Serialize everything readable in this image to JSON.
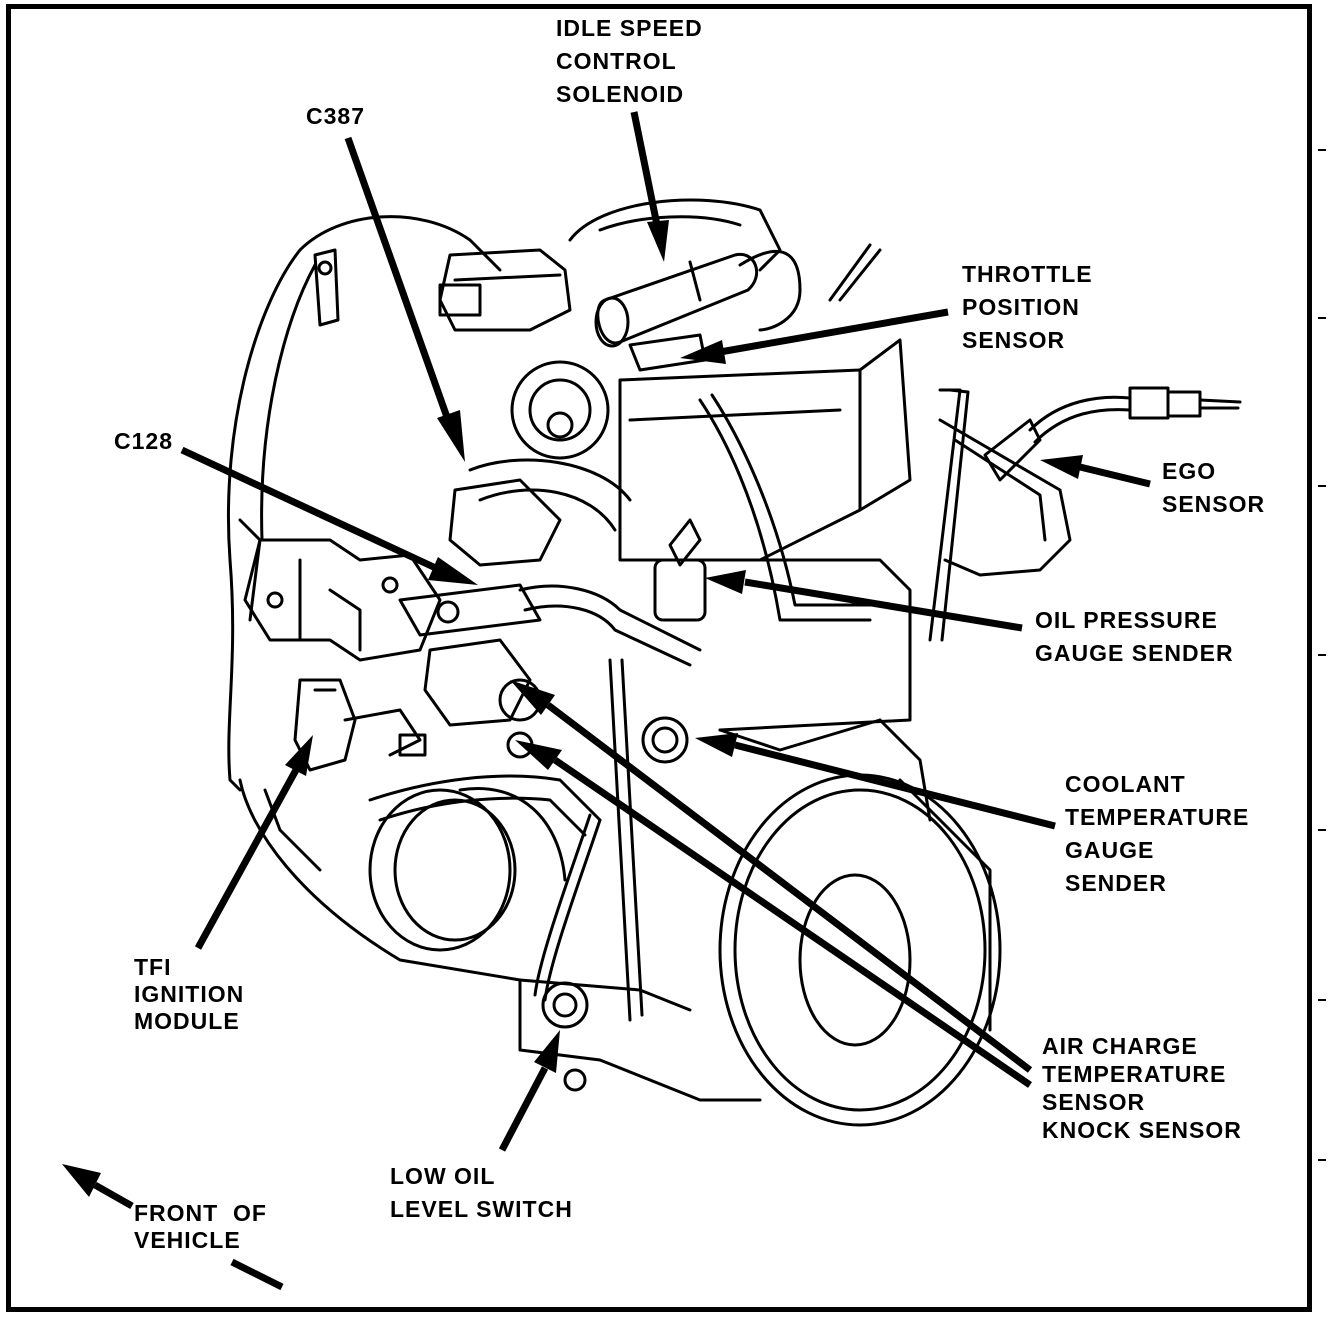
{
  "labels": {
    "idle_speed": [
      "IDLE SPEED",
      "CONTROL",
      "SOLENOID"
    ],
    "c387": [
      "C387"
    ],
    "throttle": [
      "THROTTLE",
      "POSITION",
      "SENSOR"
    ],
    "c128": [
      "C128"
    ],
    "ego": [
      "EGO",
      "SENSOR"
    ],
    "oil_pressure": [
      "OIL PRESSURE",
      "GAUGE SENDER"
    ],
    "coolant": [
      "COOLANT",
      "TEMPERATURE",
      "GAUGE",
      "SENDER"
    ],
    "tfi": [
      "TFI",
      "IGNITION",
      "MODULE"
    ],
    "air_charge": [
      "AIR CHARGE",
      "TEMPERATURE",
      "SENSOR",
      "KNOCK SENSOR"
    ],
    "low_oil": [
      "LOW OIL",
      "LEVEL SWITCH"
    ],
    "front": [
      "FRONT  OF",
      "VEHICLE"
    ]
  },
  "colors": {
    "ink": "#000000",
    "paper": "#ffffff"
  }
}
